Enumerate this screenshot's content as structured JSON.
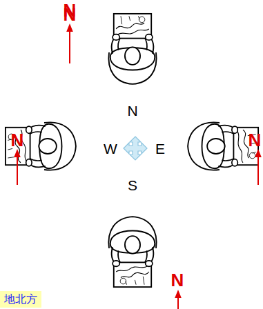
{
  "diagram": {
    "nodes": [
      {
        "text": [
          "地北方"
        ]
      }
    ],
    "labels": [
      "N",
      "N",
      "N",
      "N",
      "N",
      "W",
      "E",
      "S",
      "N"
    ]
  }
}
